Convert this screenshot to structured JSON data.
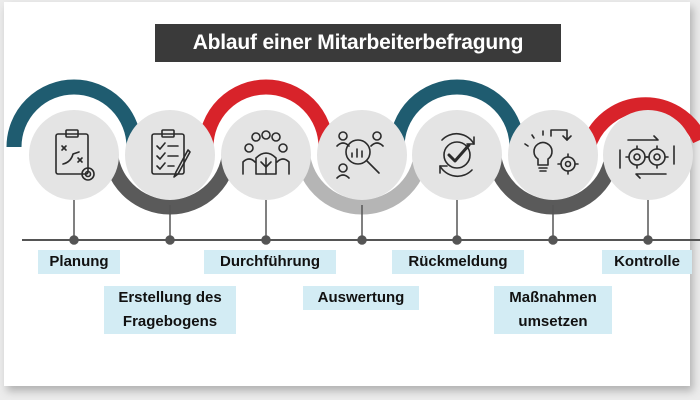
{
  "title": "Ablauf einer Mitarbeiterbefragung",
  "colors": {
    "teal": "#1f5c70",
    "red": "#d8232a",
    "dark_gray": "#5a5a5a",
    "light_gray": "#b5b5b5",
    "circle_fill": "#e4e4e4",
    "label_bg": "#d3ecf4"
  },
  "steps": [
    {
      "label": "Planung",
      "icon": "clipboard-plan-icon",
      "arc": "teal-top"
    },
    {
      "label": "Erstellung des Fragebogens",
      "line1": "Erstellung des",
      "line2": "Fragebogens",
      "icon": "checklist-icon",
      "arc": "dark-gray-bottom"
    },
    {
      "label": "Durchführung",
      "icon": "team-group-icon",
      "arc": "red-top"
    },
    {
      "label": "Auswertung",
      "icon": "analysis-search-icon",
      "arc": "light-gray-bottom"
    },
    {
      "label": "Rückmeldung",
      "icon": "feedback-check-icon",
      "arc": "teal-top"
    },
    {
      "label": "Maßnahmen umsetzen",
      "line1": "Maßnahmen",
      "line2": "umsetzen",
      "icon": "idea-gear-icon",
      "arc": "dark-gray-bottom"
    },
    {
      "label": "Kontrolle",
      "icon": "gears-cycle-icon",
      "arc": "red-top"
    }
  ]
}
